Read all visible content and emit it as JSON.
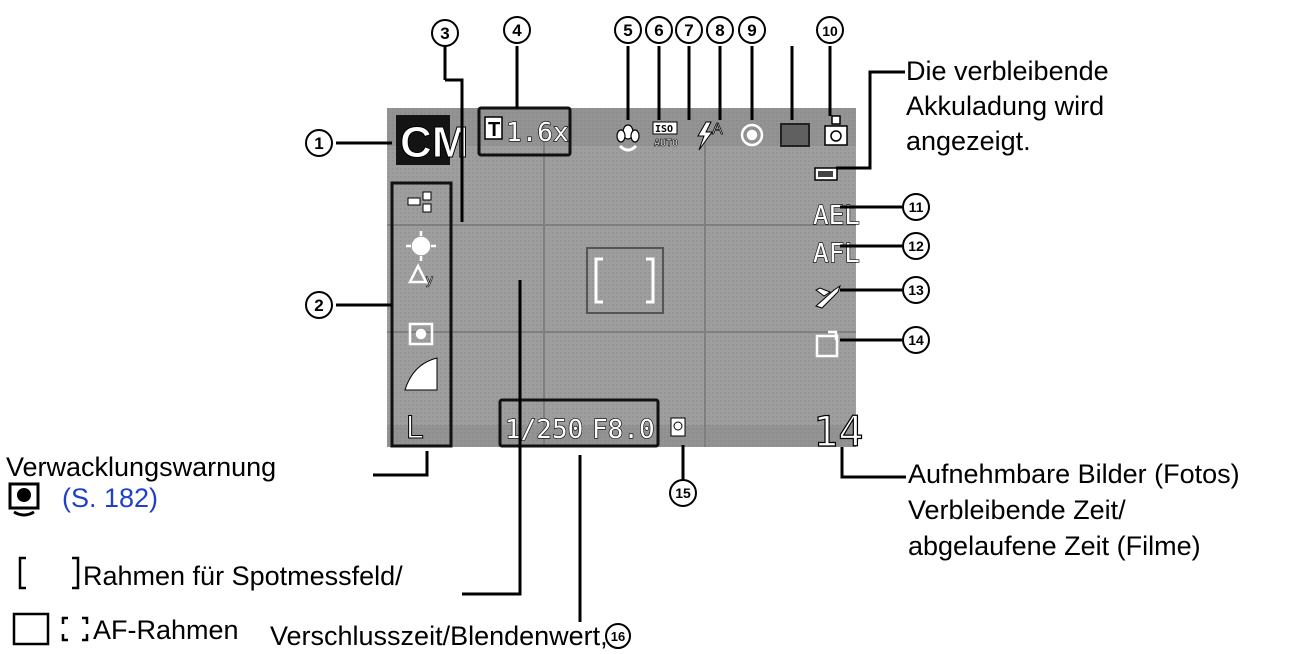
{
  "screen": {
    "mode": "CM",
    "zoom": "1.6x",
    "zoom_prefix": "T",
    "iso": "ISO",
    "iso_sub": "AUTO",
    "flash_auto": "A",
    "ael": "AEL",
    "afl": "AFL",
    "shutter": "1/250",
    "aperture": "F8.0",
    "shots_remaining": "14",
    "image_size": "L"
  },
  "callouts": [
    "1",
    "2",
    "3",
    "4",
    "5",
    "6",
    "7",
    "8",
    "9",
    "10",
    "11",
    "12",
    "13",
    "14",
    "15",
    "16"
  ],
  "labels": {
    "battery_line1": "Die verbleibende",
    "battery_line2": "Akkuladung wird",
    "battery_line3": "angezeigt.",
    "shake_warning": "Verwacklungswarnung",
    "shake_ref": "(S. 182)",
    "spot_frame": "Rahmen für Spotmessfeld/",
    "af_frame": "AF-Rahmen",
    "shutter_aperture": "Verschlusszeit/Blendenwert,",
    "shots_line1": "Aufnehmbare Bilder (Fotos)",
    "shots_line2": "Verbleibende Zeit/",
    "shots_line3": "abgelaufene Zeit (Filme)"
  }
}
